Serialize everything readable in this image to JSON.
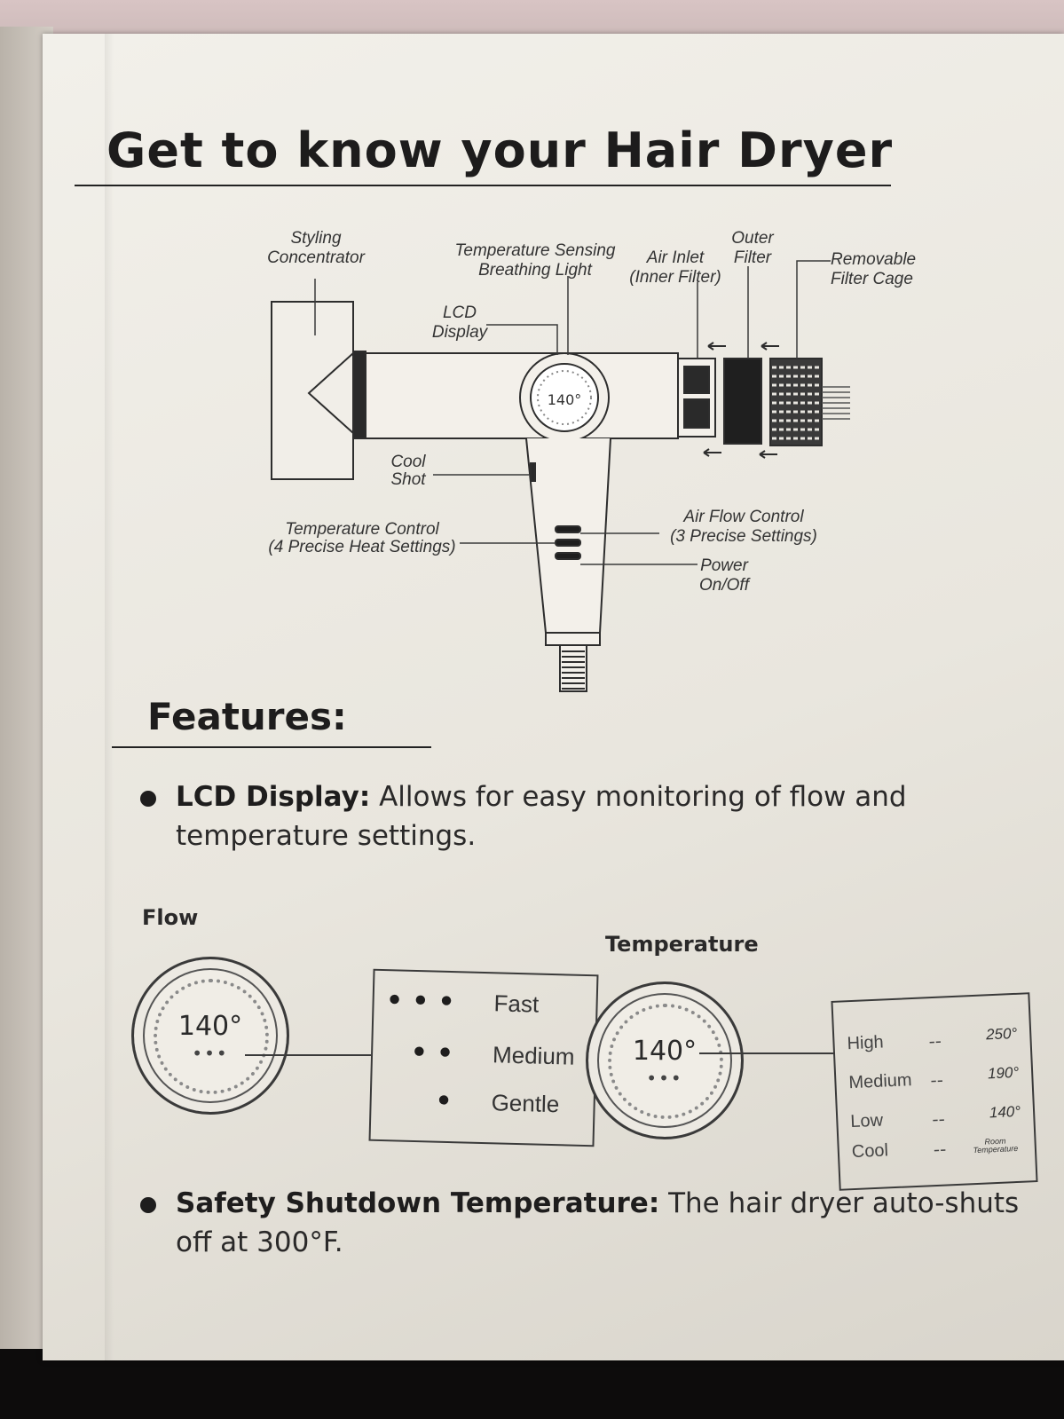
{
  "page": {
    "title": "Get to know your Hair Dryer"
  },
  "diagram": {
    "labels": {
      "styling_concentrator_1": "Styling",
      "styling_concentrator_2": "Concentrator",
      "temp_sensing_1": "Temperature Sensing",
      "temp_sensing_2": "Breathing Light",
      "air_inlet_1": "Air Inlet",
      "air_inlet_2": "(Inner Filter)",
      "outer_filter_1": "Outer",
      "outer_filter_2": "Filter",
      "filter_cage_1": "Removable",
      "filter_cage_2": "Filter Cage",
      "lcd_1": "LCD",
      "lcd_2": "Display",
      "cool_shot_1": "Cool",
      "cool_shot_2": "Shot",
      "temp_control_1": "Temperature Control",
      "temp_control_2": "(4 Precise Heat Settings)",
      "air_flow_1": "Air Flow Control",
      "air_flow_2": "(3 Precise Settings)",
      "power_1": "Power",
      "power_2": "On/Off"
    },
    "display_value": "140°"
  },
  "features": {
    "heading": "Features:",
    "lcd_title": "LCD Display:",
    "lcd_text": "Allows for easy monitoring of flow and",
    "lcd_text_2": "temperature settings.",
    "safety_title": "Safety Shutdown Temperature:",
    "safety_text": "The hair dryer auto-shuts",
    "safety_text_2": "off at 300°F."
  },
  "flow": {
    "label": "Flow",
    "dial_value": "140°",
    "dial_dots": "•••",
    "levels": [
      {
        "dots": "•••",
        "name": "Fast"
      },
      {
        "dots": "••",
        "name": "Medium"
      },
      {
        "dots": "•",
        "name": "Gentle"
      }
    ]
  },
  "temperature": {
    "label": "Temperature",
    "dial_value": "140°",
    "dial_dots": "•••",
    "dash": "--",
    "levels": [
      {
        "name": "High",
        "value": "250°"
      },
      {
        "name": "Medium",
        "value": "190°"
      },
      {
        "name": "Low",
        "value": "140°"
      },
      {
        "name": "Cool",
        "value": "Room Temperature"
      }
    ]
  }
}
